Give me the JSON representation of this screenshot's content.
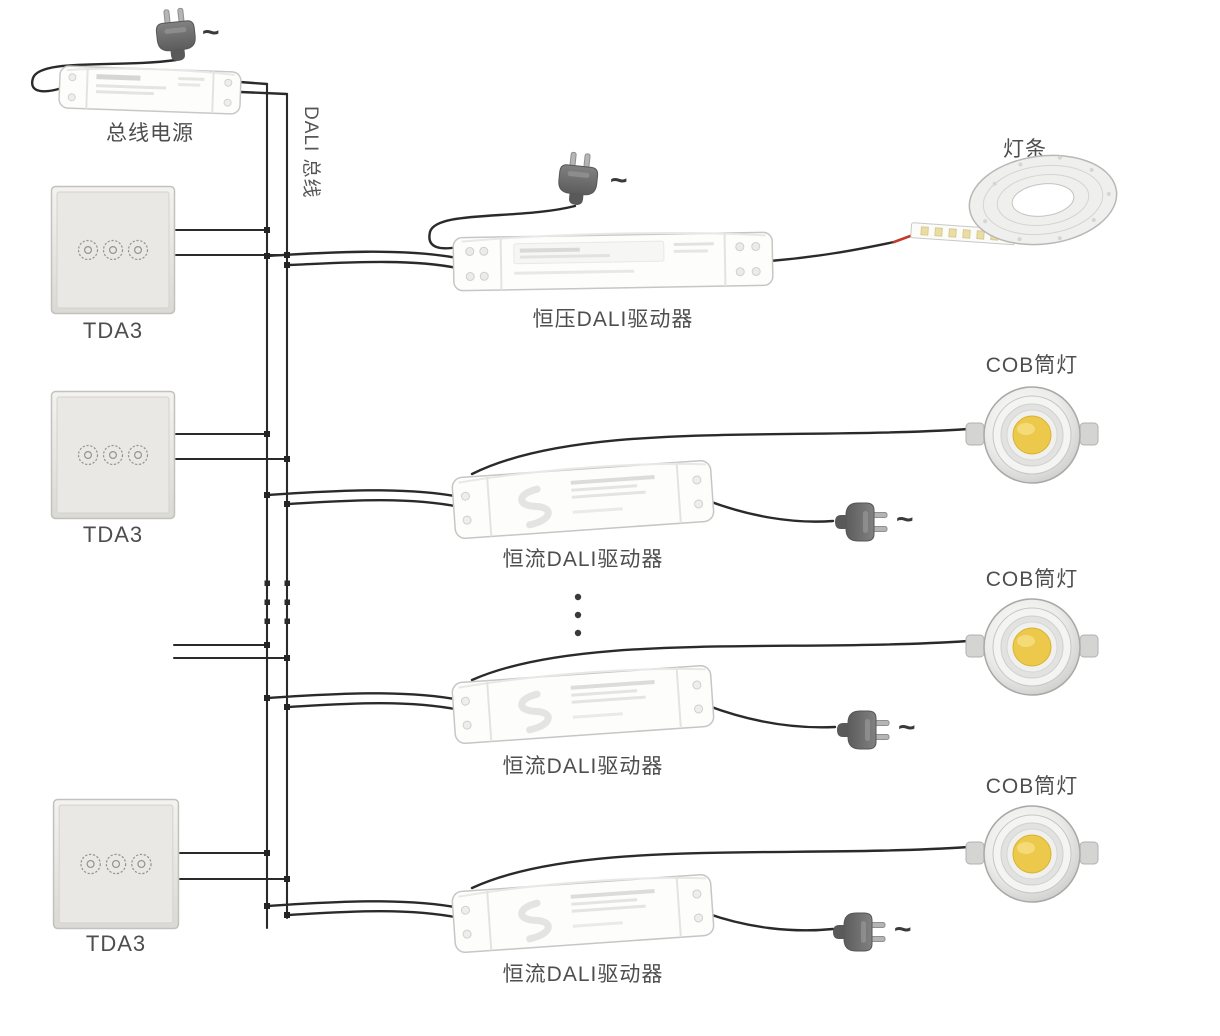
{
  "diagram": {
    "ac_symbol": "~",
    "dali_bus_label": "DALI 总线",
    "bus_power_label": "总线电源",
    "panels": [
      {
        "label": "TDA3"
      },
      {
        "label": "TDA3"
      },
      {
        "label": "TDA3"
      }
    ],
    "cv_driver_label": "恒压DALI驱动器",
    "strip_label": "灯条",
    "cc_drivers": [
      {
        "label": "恒流DALI驱动器",
        "load_label": "COB筒灯"
      },
      {
        "label": "恒流DALI驱动器",
        "load_label": "COB筒灯"
      },
      {
        "label": "恒流DALI驱动器",
        "load_label": "COB筒灯"
      }
    ]
  }
}
